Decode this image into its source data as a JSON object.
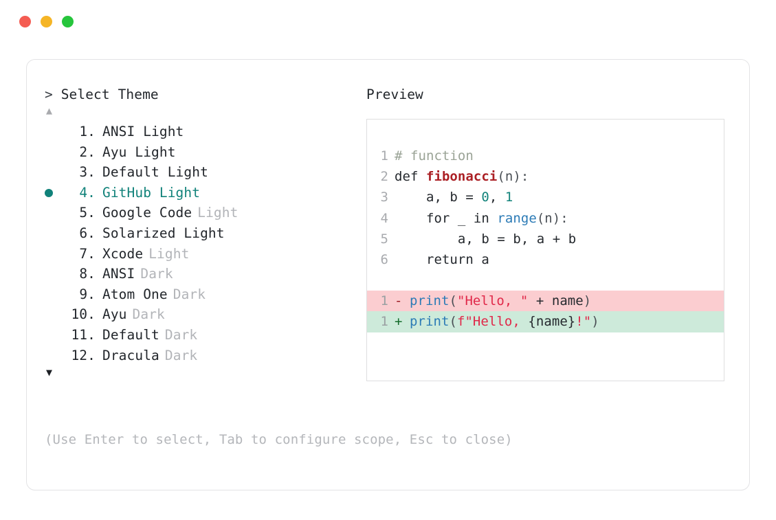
{
  "window": {
    "traffic_lights": [
      {
        "name": "close",
        "color": "#f45c52"
      },
      {
        "name": "minimize",
        "color": "#f5b526"
      },
      {
        "name": "maximize",
        "color": "#26c53c"
      }
    ]
  },
  "prompt": {
    "caret": ">",
    "title": "Select Theme"
  },
  "scroll": {
    "up_glyph": "▲",
    "down_glyph": "▼"
  },
  "themes": [
    {
      "index": "1.",
      "name": "ANSI Light",
      "tag": "",
      "selected": false
    },
    {
      "index": "2.",
      "name": "Ayu Light",
      "tag": "",
      "selected": false
    },
    {
      "index": "3.",
      "name": "Default Light",
      "tag": "",
      "selected": false
    },
    {
      "index": "4.",
      "name": "GitHub Light",
      "tag": "",
      "selected": true
    },
    {
      "index": "5.",
      "name": "Google Code",
      "tag": "Light",
      "selected": false
    },
    {
      "index": "6.",
      "name": "Solarized Light",
      "tag": "",
      "selected": false
    },
    {
      "index": "7.",
      "name": "Xcode",
      "tag": "Light",
      "selected": false
    },
    {
      "index": "8.",
      "name": "ANSI",
      "tag": "Dark",
      "selected": false
    },
    {
      "index": "9.",
      "name": "Atom One",
      "tag": "Dark",
      "selected": false
    },
    {
      "index": "10.",
      "name": "Ayu",
      "tag": "Dark",
      "selected": false
    },
    {
      "index": "11.",
      "name": "Default",
      "tag": "Dark",
      "selected": false
    },
    {
      "index": "12.",
      "name": "Dracula",
      "tag": "Dark",
      "selected": false
    }
  ],
  "preview": {
    "title": "Preview",
    "code_lines": [
      {
        "ln": "1",
        "tokens": [
          {
            "text": "# function",
            "cls": "t-comment"
          }
        ]
      },
      {
        "ln": "2",
        "tokens": [
          {
            "text": "def ",
            "cls": "t-kw"
          },
          {
            "text": "fibonacci",
            "cls": "t-fn"
          },
          {
            "text": "(n):",
            "cls": "t-punct"
          }
        ]
      },
      {
        "ln": "3",
        "tokens": [
          {
            "text": "    a, b = ",
            "cls": "t-plain"
          },
          {
            "text": "0",
            "cls": "t-num"
          },
          {
            "text": ", ",
            "cls": "t-plain"
          },
          {
            "text": "1",
            "cls": "t-num"
          }
        ]
      },
      {
        "ln": "4",
        "tokens": [
          {
            "text": "    for _ in ",
            "cls": "t-plain"
          },
          {
            "text": "range",
            "cls": "t-builtin"
          },
          {
            "text": "(n):",
            "cls": "t-punct"
          }
        ]
      },
      {
        "ln": "5",
        "tokens": [
          {
            "text": "        a, b = b, a + b",
            "cls": "t-plain"
          }
        ]
      },
      {
        "ln": "6",
        "tokens": [
          {
            "text": "    return a",
            "cls": "t-plain"
          }
        ]
      }
    ],
    "diff_lines": [
      {
        "ln": "1",
        "sign": "-",
        "kind": "minus",
        "tokens": [
          {
            "text": "print",
            "cls": "t-builtin"
          },
          {
            "text": "(",
            "cls": "t-punct"
          },
          {
            "text": "\"Hello, \"",
            "cls": "t-str"
          },
          {
            "text": " + name",
            "cls": "t-plain"
          },
          {
            "text": ")",
            "cls": "t-punct"
          }
        ]
      },
      {
        "ln": "1",
        "sign": "+",
        "kind": "plus",
        "tokens": [
          {
            "text": "print",
            "cls": "t-builtin"
          },
          {
            "text": "(",
            "cls": "t-punct"
          },
          {
            "text": "f\"Hello, ",
            "cls": "t-str"
          },
          {
            "text": "{name}",
            "cls": "t-plain"
          },
          {
            "text": "!\"",
            "cls": "t-str"
          },
          {
            "text": ")",
            "cls": "t-punct"
          }
        ]
      }
    ]
  },
  "hint": {
    "text": "(Use Enter to select, Tab to configure scope, Esc to close)"
  },
  "colors": {
    "accent_teal": "#11827a",
    "muted_gray": "#b2b4b8",
    "text": "#22262b",
    "diff_add_bg": "#cdeada",
    "diff_del_bg": "#fbcdd0"
  }
}
